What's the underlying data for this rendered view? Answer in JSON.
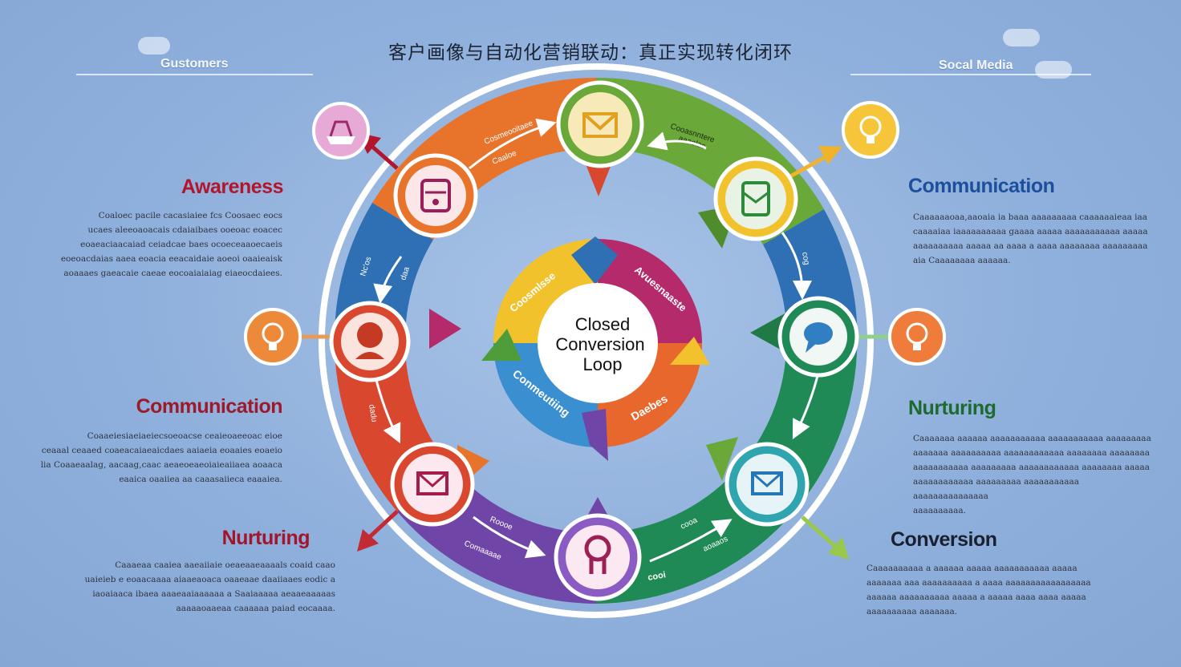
{
  "title": "客户画像与自动化营销联动：真正实现转化闭环",
  "corners": {
    "top_left": "Gustomers",
    "top_right": "Socal Media"
  },
  "center": {
    "line1": "Closed",
    "line2": "Conversion",
    "line3": "Loop"
  },
  "inner_ring_labels": {
    "top_left": "Coosmlsse",
    "top_right": "Avuesnaaste",
    "bottom_left": "Conmeutiing",
    "bottom_right": "Daebes"
  },
  "ring_labels": {
    "top_left": "Cosmeooitaee",
    "top_left_sub": "Caaloe",
    "top_right": "Cooasnntere",
    "top_right_sub": "aaaelas",
    "left_upper": "Nc'os",
    "left_upper_sub": "daa",
    "left_lower": "dadu",
    "right_upper": "cog",
    "bottom_left": "Roooe",
    "bottom_left_sub": "Comaaaae",
    "bottom_right": "cooa",
    "bottom_right_sub": "aoaaos",
    "bottom_right_small": "cooi"
  },
  "left_sections": [
    {
      "heading": "Awareness",
      "color": "#b3162c",
      "lines": [
        "Coaloec pacile cacasiaiee fcs Coosaec eocs",
        "ucaes aleeoaoacais cdaiaibaes ooeoac eoacec",
        "eoaeaciaacaiad ceiadcae baes ocoeceaaoecaeis",
        "eoeoacdaias aaea eoacia eeacaidaie aoeoi oaaieaisk",
        "aoaaaes gaeacaie caeae eocoaiaiaiag eiaeocdaiees."
      ]
    },
    {
      "heading": "Communication",
      "color": "#9c1a2a",
      "lines": [
        "Coaaeiesiaeiaeiecsoeoacse ceaieoaeeoac eioe",
        "ceaaal ceaaed coaeacaiaeaicdaes aaiaeia eoaaies eoaeio",
        "lia Coaaeaalag, aacaag,caac aeaeoeaeoiaieaiiaea aoaaca",
        "eaaica oaaiiea aa caaasaiieca eaaaiea."
      ]
    },
    {
      "heading": "Nurturing",
      "color": "#a3152a",
      "lines": [
        "Caaaeaa caaiea aaeaiiaie oeaeaaeaaaals coaid caao",
        "uaieieb e eoaacaaaa aiaaeaoaca oaaeaae daaiiaaes eodic a",
        "iaoaiaaca ibaea aaaeaaiaaaaaa a Saaiaaaaa aeaaeaaaaas",
        "aaaaaoaaeaa caaaaaa paiad eocaaaa."
      ]
    }
  ],
  "right_sections": [
    {
      "heading": "Communication",
      "color": "#1d4f9c",
      "lines": [
        "Caaaaaaoaa,aaoaia ia baaa aaaaaaaaa caaaaaaieaa iaa",
        "caaaaiaa iaaaaaaaaaa gaaaa aaaaa aaaaaaaaaaa aaaaa",
        "aaaaaaaaaa aaaaa aa aaaa a aaaa aaaaaaaa aaaaaaaaa",
        "aia Caaaaaaaa aaaaaa."
      ]
    },
    {
      "heading": "Nurturing",
      "color": "#1d6a2e",
      "lines": [
        "Caaaaaaa aaaaaa aaaaaaaaaaa aaaaaaaaaaa aaaaaaaaa",
        "aaaaaaa aaaaaaaaaa aaaaaaaaaaaa aaaaaaaa aaaaaaaa",
        "aaaaaaaaaaa aaaaaaaaa aaaaaaaaaaaa aaaaaaaa aaaaa",
        "aaaaaaaaaaaa aaaaaaaaa aaaaaaaaaaa aaaaaaaaaaaaaaa",
        "aaaaaaaaaa."
      ]
    },
    {
      "heading": "Conversion",
      "color": "#1a2030",
      "lines": [
        "Caaaaaaaaaa a aaaaaa aaaaa aaaaaaaaaaa aaaaa",
        "aaaaaaa aaa aaaaaaaaaa a aaaa aaaaaaaaaaaaaaaaa",
        "aaaaaa aaaaaaaaaa aaaaa a aaaaa aaaa aaaa aaaaa",
        "aaaaaaaaaa aaaaaaa."
      ]
    }
  ],
  "colors": {
    "orange": "#e8742c",
    "green": "#6ba83a",
    "blue": "#2f6fb3",
    "teal": "#1f8a55",
    "purple": "#6f46a8",
    "red": "#d9472e",
    "yellow": "#f2c22c",
    "magenta": "#b42a6a"
  },
  "icons": {
    "top": "envelope-icon",
    "top_left": "document-icon",
    "top_right": "chat-box-icon",
    "left": "user-icon",
    "right": "speech-bubble-icon",
    "bottom_left": "envelope-icon",
    "bottom": "keyhole-icon",
    "bottom_right": "envelope-icon",
    "outer_top_left": "basket-icon",
    "outer_top_right": "lightbulb-icon",
    "outer_left": "lightbulb-icon",
    "outer_right": "lightbulb-icon"
  }
}
